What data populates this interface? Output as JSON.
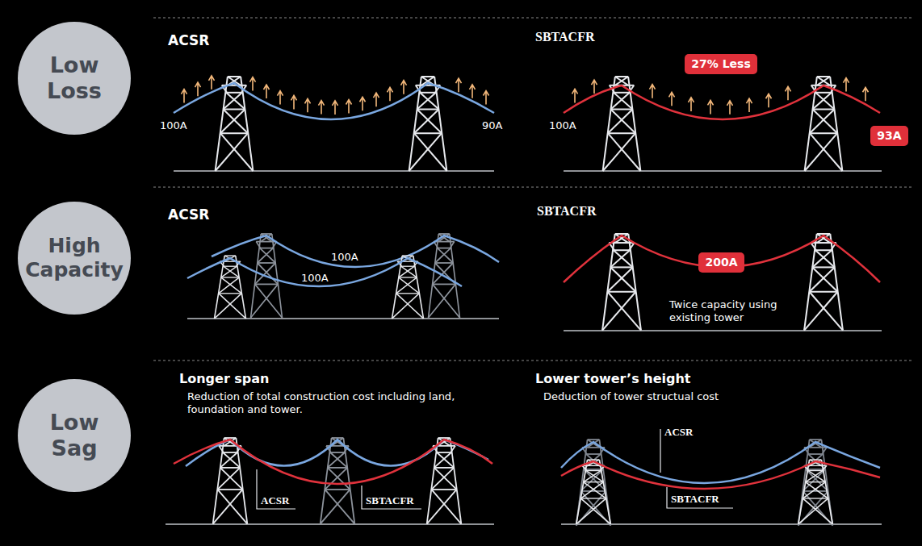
{
  "diagram": {
    "nodes": [
      {
        "text": [
          "Low Loss"
        ]
      },
      {
        "text": [
          "27% Less"
        ]
      },
      {
        "text": [
          "93A"
        ]
      },
      {
        "text": [
          "High Capacity"
        ]
      },
      {
        "text": [
          "200A"
        ]
      },
      {
        "text": [
          "Low Sag"
        ]
      }
    ],
    "labels": [
      "ACSR",
      "SBTACFR",
      "100A",
      "90A",
      "100A",
      "ACSR",
      "SBTACFR",
      "100A",
      "100A",
      "Twice capacity using existing tower",
      "Longer span",
      "Reduction of total construction cost including land, foundation and tower.",
      "Lower tower’s height",
      "Deduction of tower structual cost",
      "ACSR",
      "SBTACFR",
      "ACSR",
      "SBTACFR"
    ]
  }
}
